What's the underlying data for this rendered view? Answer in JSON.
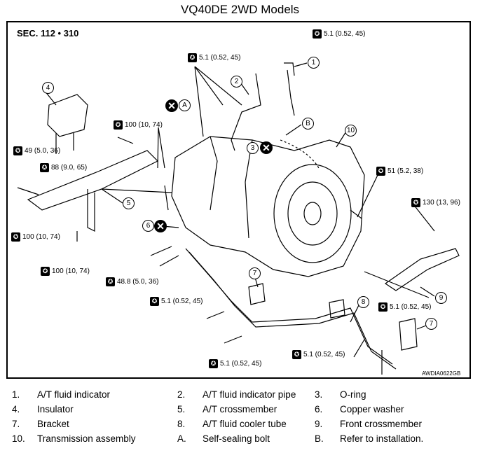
{
  "title": "VQ40DE 2WD Models",
  "section": "SEC. 112 • 310",
  "drawing_code": "AWDIA0622GB",
  "torque_specs": [
    {
      "id": "t1",
      "text": "5.1 (0.52, 45)"
    },
    {
      "id": "t2",
      "text": "5.1 (0.52, 45)"
    },
    {
      "id": "t3",
      "text": "100 (10, 74)"
    },
    {
      "id": "t4",
      "text": "49 (5.0, 36)"
    },
    {
      "id": "t5",
      "text": "88 (9.0, 65)"
    },
    {
      "id": "t6",
      "text": "51 (5.2, 38)"
    },
    {
      "id": "t7",
      "text": "130 (13, 96)"
    },
    {
      "id": "t8",
      "text": "100 (10, 74)"
    },
    {
      "id": "t9",
      "text": "100 (10, 74)"
    },
    {
      "id": "t10",
      "text": "48.8 (5.0, 36)"
    },
    {
      "id": "t11",
      "text": "5.1 (0.52, 45)"
    },
    {
      "id": "t12",
      "text": "5.1 (0.52, 45)"
    },
    {
      "id": "t13",
      "text": "5.1 (0.52, 45)"
    },
    {
      "id": "t14",
      "text": "5.1 (0.52, 45)"
    }
  ],
  "callouts": [
    "1",
    "2",
    "3",
    "4",
    "5",
    "6",
    "7",
    "7",
    "8",
    "9",
    "10",
    "A",
    "B"
  ],
  "legend": [
    {
      "num": "1.",
      "text": "A/T fluid indicator"
    },
    {
      "num": "2.",
      "text": "A/T fluid indicator pipe"
    },
    {
      "num": "3.",
      "text": "O-ring"
    },
    {
      "num": "4.",
      "text": "Insulator"
    },
    {
      "num": "5.",
      "text": "A/T crossmember"
    },
    {
      "num": "6.",
      "text": "Copper washer"
    },
    {
      "num": "7.",
      "text": "Bracket"
    },
    {
      "num": "8.",
      "text": "A/T fluid cooler tube"
    },
    {
      "num": "9.",
      "text": "Front crossmember"
    },
    {
      "num": "10.",
      "text": "Transmission assembly"
    },
    {
      "num": "A.",
      "text": "Self-sealing bolt"
    },
    {
      "num": "B.",
      "text": "Refer to installation."
    }
  ]
}
